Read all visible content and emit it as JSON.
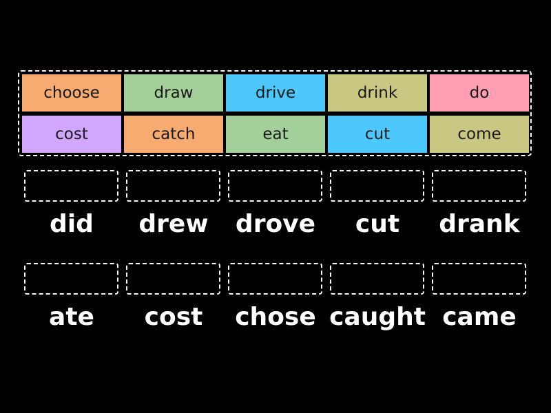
{
  "tiles": [
    {
      "label": "choose",
      "color": "#F7AB70"
    },
    {
      "label": "draw",
      "color": "#A3CF99"
    },
    {
      "label": "drive",
      "color": "#4CC8FC"
    },
    {
      "label": "drink",
      "color": "#C9C883"
    },
    {
      "label": "do",
      "color": "#FF9EB0"
    },
    {
      "label": "cost",
      "color": "#D1A6FF"
    },
    {
      "label": "catch",
      "color": "#F7AB70"
    },
    {
      "label": "eat",
      "color": "#A3CF99"
    },
    {
      "label": "cut",
      "color": "#4CC8FC"
    },
    {
      "label": "come",
      "color": "#C9C883"
    }
  ],
  "targets": [
    {
      "label": "did"
    },
    {
      "label": "drew"
    },
    {
      "label": "drove"
    },
    {
      "label": "cut"
    },
    {
      "label": "drank"
    },
    {
      "label": "ate"
    },
    {
      "label": "cost"
    },
    {
      "label": "chose"
    },
    {
      "label": "caught"
    },
    {
      "label": "came"
    }
  ]
}
